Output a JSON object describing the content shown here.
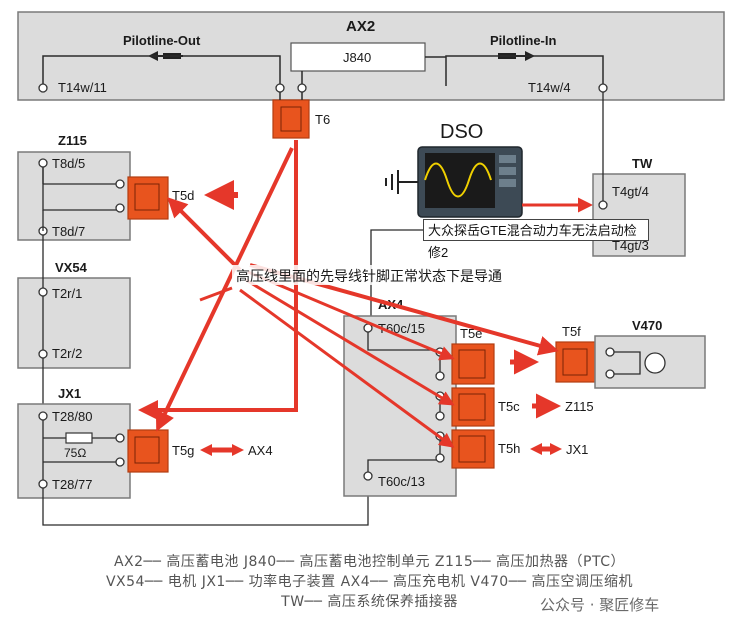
{
  "modules": {
    "ax2": "AX2",
    "j840": "J840",
    "z115": "Z115",
    "vx54": "VX54",
    "jx1": "JX1",
    "ax4": "AX4",
    "tw": "TW",
    "v470": "V470"
  },
  "signals": {
    "pilot_out": "Pilotline-Out",
    "pilot_in": "Pilotline-In"
  },
  "pins": {
    "t14w11": "T14w/11",
    "t14w4": "T14w/4",
    "t8d5": "T8d/5",
    "t8d7": "T8d/7",
    "t2r1": "T2r/1",
    "t2r2": "T2r/2",
    "t28_80": "T28/80",
    "t28_77": "T28/77",
    "t60c15": "T60c/15",
    "t60c13": "T60c/13",
    "t4gt4": "T4gt/4",
    "t4gt3": "T4gt/3"
  },
  "connectors": {
    "t6": "T6",
    "t5d": "T5d",
    "t5e": "T5e",
    "t5f": "T5f",
    "t5c": "T5c",
    "t5h": "T5h",
    "t5g": "T5g"
  },
  "arrow_targets": {
    "t5c": "Z115",
    "t5h": "JX1",
    "t5g": "AX4"
  },
  "resistor": "75Ω",
  "dso_label": "DSO",
  "note": "高压线里面的先导线针脚正常状态下是导通",
  "caption": "大众探岳GTE混合动力车无法启动检修2",
  "legend": {
    "line1": "AX2── 高压蓄电池  J840── 高压蓄电池控制单元  Z115── 高压加热器（PTC）",
    "line2": "VX54── 电机  JX1── 功率电子装置  AX4── 高压充电机  V470── 高压空调压缩机",
    "line3": "TW── 高压系统保养插接器"
  },
  "watermark": "公众号 · 聚匠修车",
  "colors": {
    "box_fill": "#dcdcdc",
    "box_stroke": "#7a7a7a",
    "connector": "#e8541e",
    "wire": "#2b2b2b",
    "red_arrow": "#e5372a",
    "wave": "#f0d000"
  }
}
